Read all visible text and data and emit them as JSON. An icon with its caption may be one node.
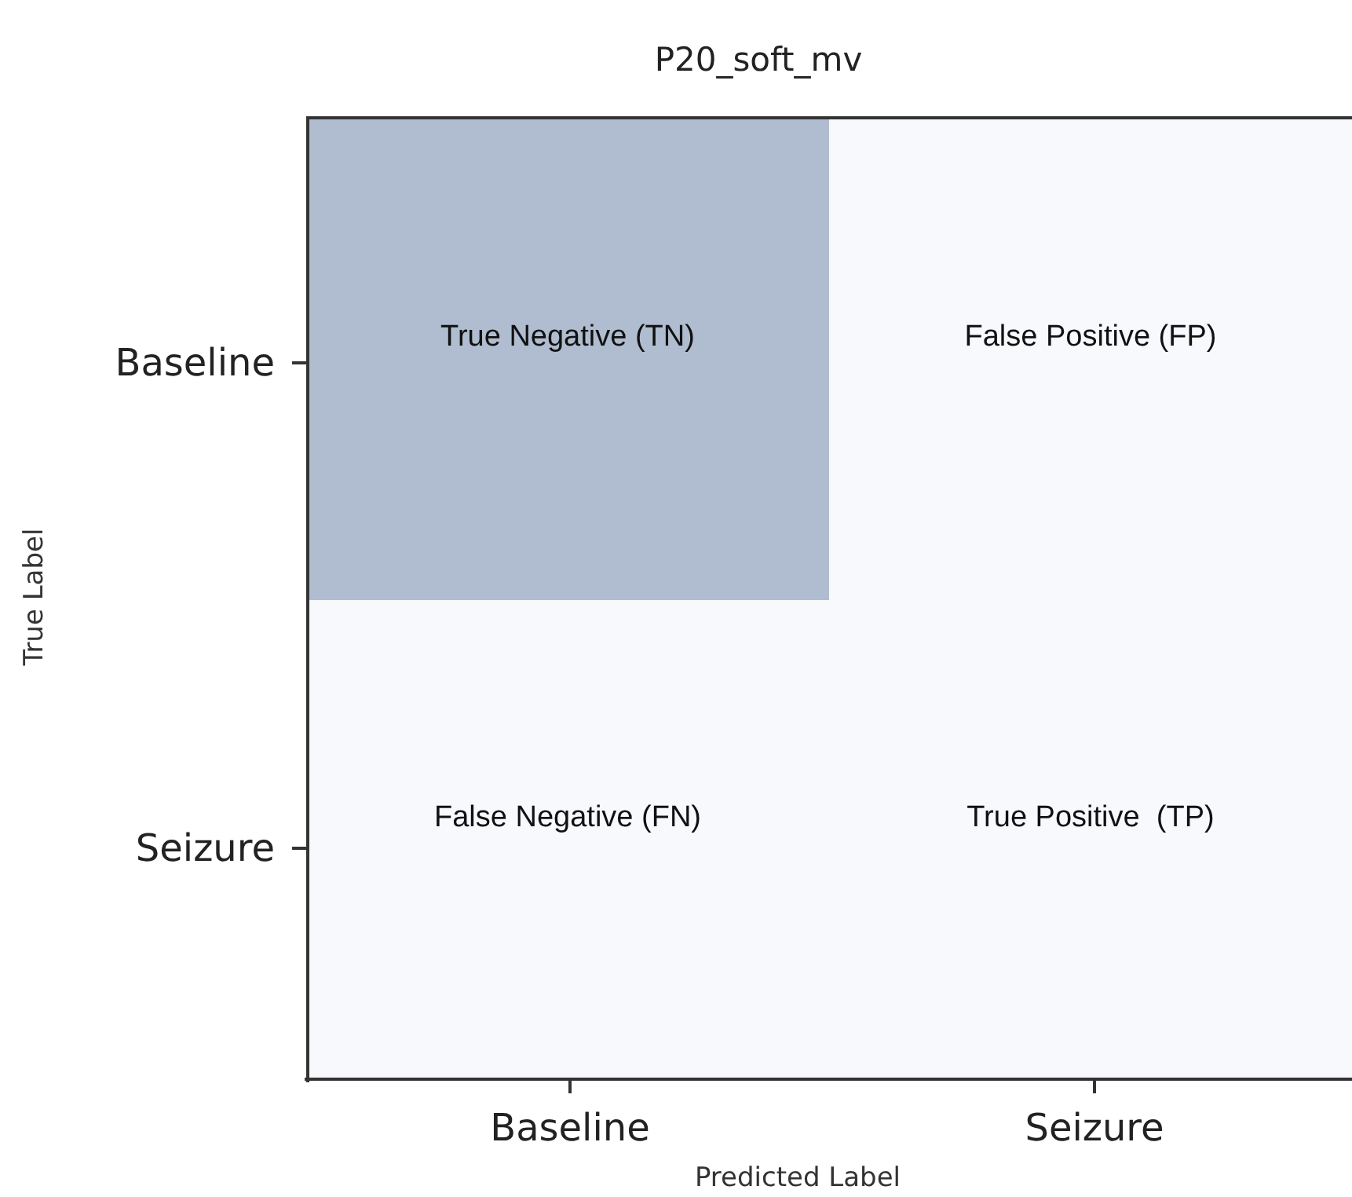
{
  "diagram": {
    "title": "P20_soft_mv",
    "nodes": [
      {
        "text": [
          "True Negative (TN)"
        ]
      },
      {
        "text": [
          "False Positive (FP)"
        ]
      },
      {
        "text": [
          "False Negative (FN)"
        ]
      },
      {
        "text": [
          "True Positive  (TP)"
        ]
      }
    ],
    "labels": [
      "Baseline",
      "True Label",
      "Seizure",
      "Baseline",
      "Seizure",
      "Predicted Label"
    ]
  }
}
